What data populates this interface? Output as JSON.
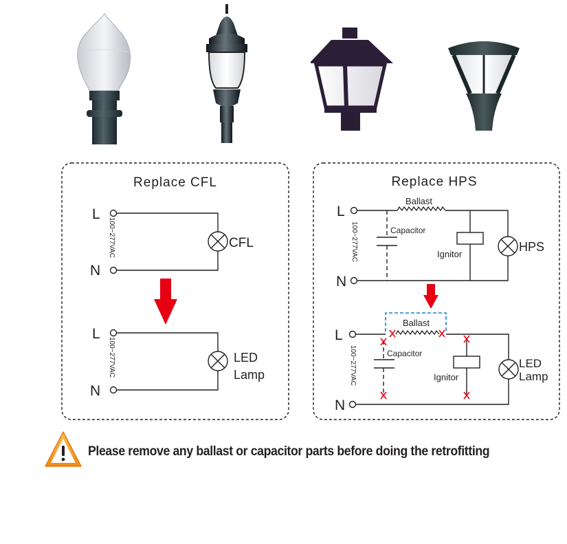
{
  "lamp_photos": [
    {
      "name": "acorn-globe-post-lamp"
    },
    {
      "name": "ornate-acorn-post-lamp"
    },
    {
      "name": "lantern-post-lamp"
    },
    {
      "name": "conical-post-top-lamp"
    }
  ],
  "panels": {
    "cfl": {
      "title": "Replace CFL",
      "before": {
        "terminal_l": "L",
        "terminal_n": "N",
        "voltage": "100~277VAC",
        "lamp_label": "CFL"
      },
      "after": {
        "terminal_l": "L",
        "terminal_n": "N",
        "voltage": "100~277VAC",
        "lamp_label_line1": "LED",
        "lamp_label_line2": "Lamp"
      }
    },
    "hps": {
      "title": "Replace HPS",
      "before": {
        "terminal_l": "L",
        "terminal_n": "N",
        "voltage": "100~277VAC",
        "ballast_label": "Ballast",
        "capacitor_label": "Capacitor",
        "ignitor_label": "Ignitor",
        "lamp_label": "HPS"
      },
      "after": {
        "terminal_l": "L",
        "terminal_n": "N",
        "voltage": "100~277VAC",
        "ballast_label": "Ballast",
        "capacitor_label": "Capacitor",
        "ignitor_label": "Ignitor",
        "lamp_label_line1": "LED",
        "lamp_label_line2": "Lamp"
      }
    }
  },
  "colors": {
    "wire": "#231f20",
    "arrow": "#e60012",
    "cut_mark": "#e60012",
    "removal_box": "#1e7fc4",
    "warning_orange": "#f39a1e"
  },
  "warning": {
    "icon": "warning-triangle-icon",
    "text": "Please remove any ballast or capacitor parts before doing the retrofitting"
  }
}
